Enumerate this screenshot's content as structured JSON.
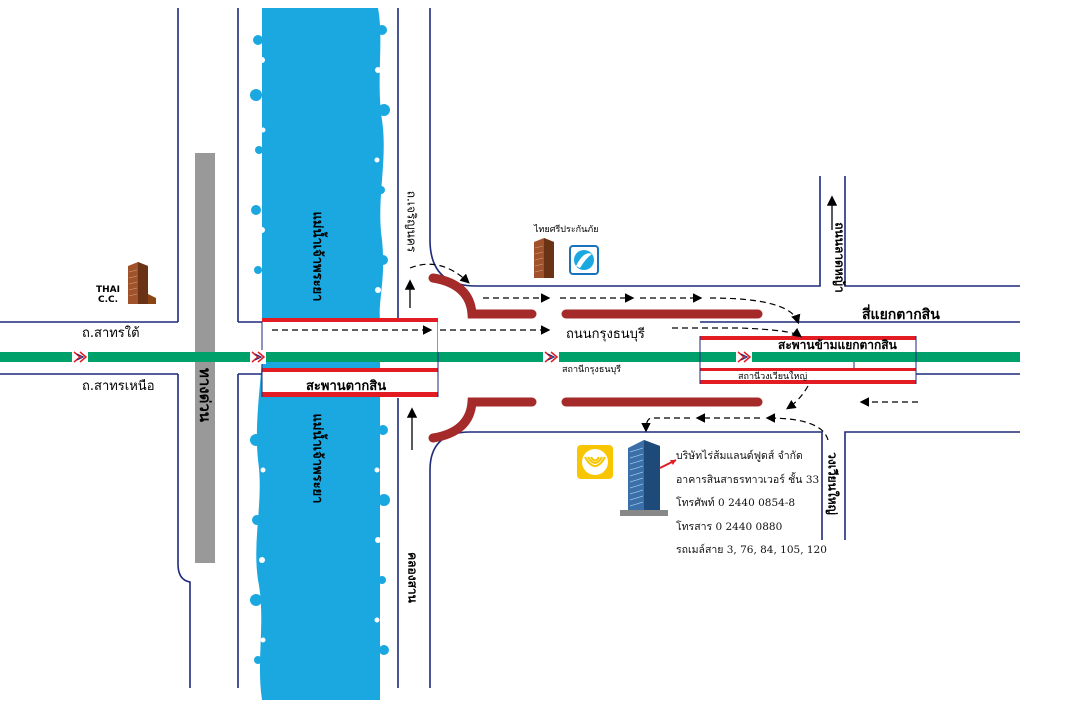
{
  "map": {
    "roads": {
      "sathorn_tai": "ถ.สาทรใต้",
      "sathorn_nuea": "ถ.สาทรเหนือ",
      "expressway": "ทางด่วน",
      "chaophraya_top": "แม่น้ำเจ้าพระยา",
      "chaophraya_bottom": "แม่น้ำเจ้าพระยา",
      "charoen_nakhon": "ถ.เจริญนคร",
      "khlong_san": "คลองสาน",
      "krung_thonburi": "ถนนกรุงธนบุรี",
      "lat_ya": "ถนนลาดหญ้า",
      "wongwian_yai": "วงเวียนใหญ่",
      "intersection": "สี่แยกตากสิน"
    },
    "bridges": {
      "taksin_bridge": "สะพานตากสิน",
      "taksin_overpass": "สะพานข้ามแยกตากสิน"
    },
    "stations": {
      "krung_thonburi": "สถานีกรุงธนบุรี",
      "wongwian_yai": "สถานีวงเวียนใหญ่"
    },
    "landmarks": {
      "thai_cc": "THAI\nC.C.",
      "thai_sri": "ไทยศรีประกันภัย"
    },
    "company": {
      "name": "บริษัทไร่ส้มแลนด์ฟูดส์ จำกัด",
      "building": "อาคารสินสาธรทาวเวอร์ ชั้น 33",
      "phone": "โทรศัพท์ 0 2440 0854-8",
      "fax": "โทรสาร 0 2440 0880",
      "bus": "รถเมล์สาย 3, 76, 84, 105, 120"
    },
    "colors": {
      "river": "#1ba8e0",
      "road_line": "#1e2a7a",
      "bts_line": "#00a06b",
      "bridge_red": "#e31b23",
      "ramp": "#a52a2a",
      "expressway": "#999999",
      "krungsri_yellow": "#f7c600"
    },
    "icons": [
      "bts-logo-icon",
      "building-icon",
      "insurance-logo-icon",
      "krungsri-logo-icon",
      "tower-icon",
      "direction-arrow-icon"
    ]
  }
}
